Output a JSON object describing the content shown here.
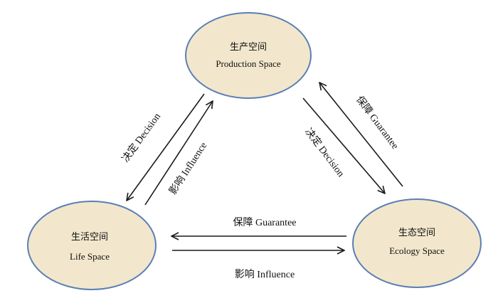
{
  "nodes": {
    "production": {
      "cn": "生产空间",
      "en": "Production Space"
    },
    "life": {
      "cn": "生活空间",
      "en": "Life Space"
    },
    "ecology": {
      "cn": "生态空间",
      "en": "Ecology Space"
    }
  },
  "edges": {
    "production_to_life": "决定 Decision",
    "life_to_production": "影响 Influence",
    "production_to_ecology": "决定 Decision",
    "ecology_to_production": "保障 Guarantee",
    "ecology_to_life": "保障 Guarantee",
    "life_to_ecology": "影响 Influence"
  },
  "colors": {
    "ellipse_fill": "#f2e7cc",
    "ellipse_stroke": "#5b7fb5",
    "arrow": "#1a1a1a"
  }
}
